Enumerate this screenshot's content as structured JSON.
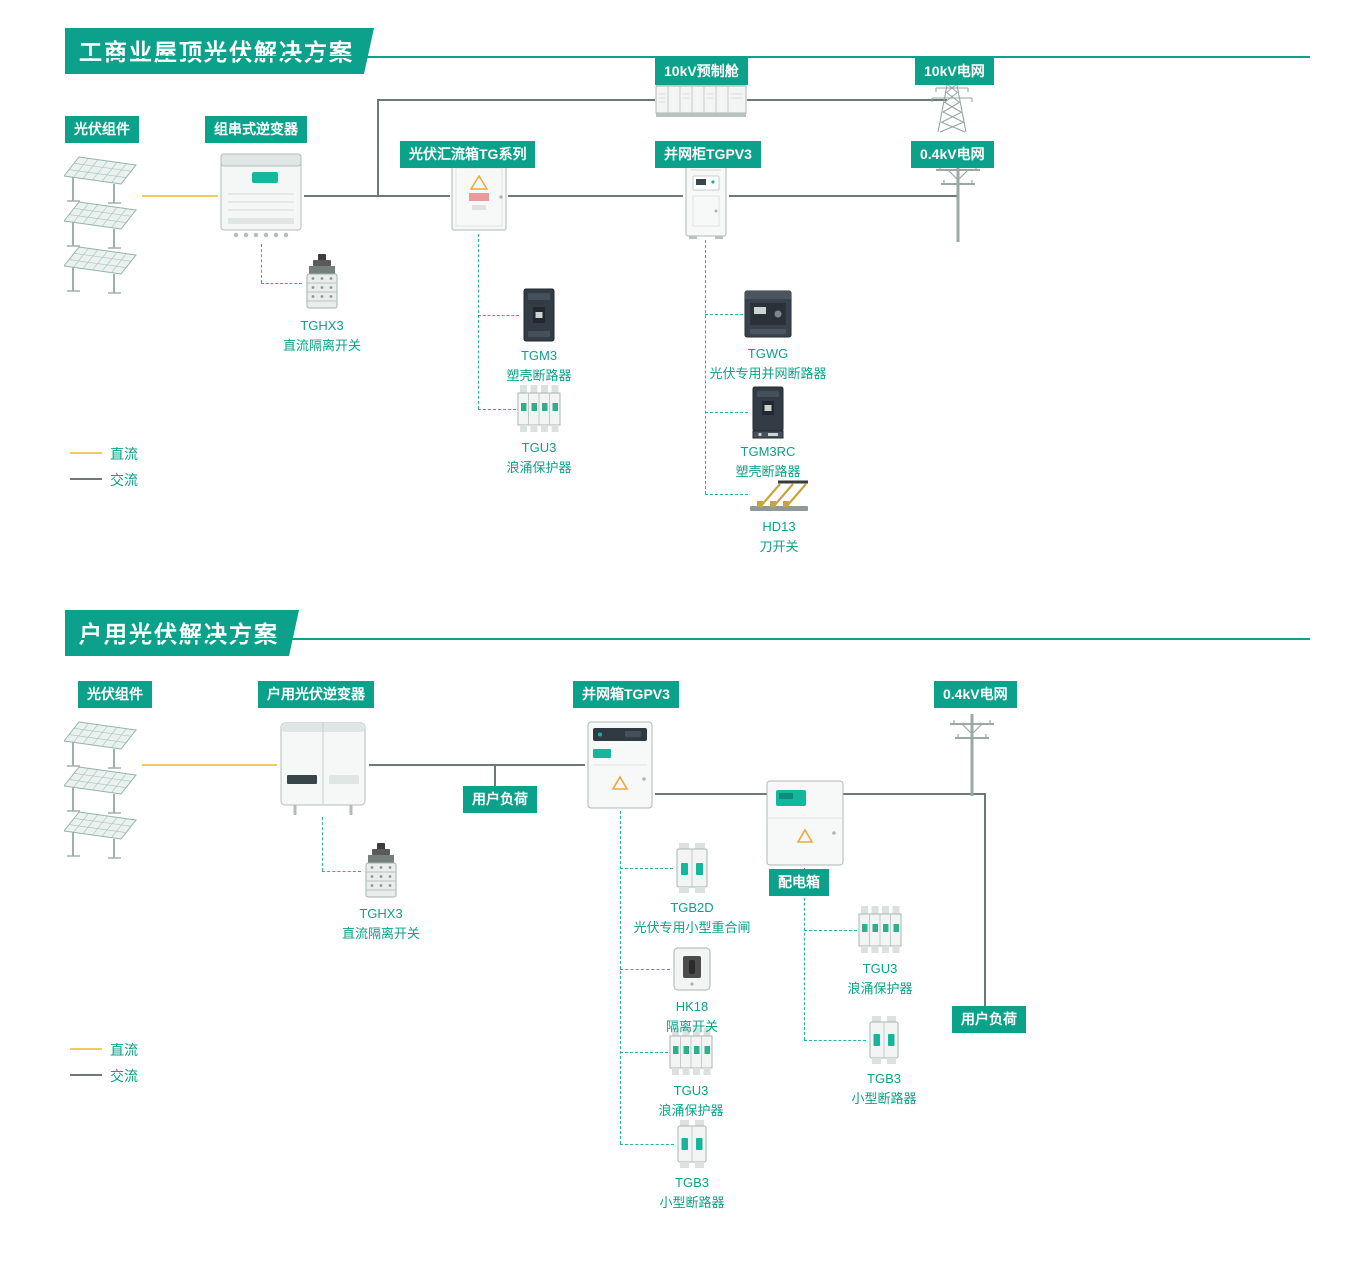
{
  "colors": {
    "teal": "#0ca18a",
    "dc_line": "#f1ca60",
    "ac_line": "#6e7876",
    "dashed": "#2ab49c"
  },
  "section1": {
    "title": "工商业屋顶光伏解决方案",
    "node_labels": {
      "pv_modules": "光伏组件",
      "string_inverter": "组串式逆变器",
      "combiner_box": "光伏汇流箱TG系列",
      "prefab_cabin": "10kV预制舱",
      "grid_10kv": "10kV电网",
      "grid_cabinet": "并网柜TGPV3",
      "grid_04kv": "0.4kV电网"
    },
    "components": {
      "tghx3": {
        "model": "TGHX3",
        "name": "直流隔离开关"
      },
      "tgm3": {
        "model": "TGM3",
        "name": "塑壳断路器"
      },
      "tgu3": {
        "model": "TGU3",
        "name": "浪涌保护器"
      },
      "tgwg": {
        "model": "TGWG",
        "name": "光伏专用并网断路器"
      },
      "tgm3rc": {
        "model": "TGM3RC",
        "name": "塑壳断路器"
      },
      "hd13": {
        "model": "HD13",
        "name": "刀开关"
      }
    },
    "legend": {
      "dc": "直流",
      "ac": "交流"
    }
  },
  "section2": {
    "title": "户用光伏解决方案",
    "node_labels": {
      "pv_modules": "光伏组件",
      "home_inverter": "户用光伏逆变器",
      "grid_box": "并网箱TGPV3",
      "grid_04kv": "0.4kV电网",
      "user_load_a": "用户负荷",
      "dist_box": "配电箱",
      "user_load_b": "用户负荷"
    },
    "components": {
      "tghx3": {
        "model": "TGHX3",
        "name": "直流隔离开关"
      },
      "tgb2d": {
        "model": "TGB2D",
        "name": "光伏专用小型重合闸"
      },
      "hk18": {
        "model": "HK18",
        "name": "隔离开关"
      },
      "tgu3_main": {
        "model": "TGU3",
        "name": "浪涌保护器"
      },
      "tgb3_main": {
        "model": "TGB3",
        "name": "小型断路器"
      },
      "tgu3_dist": {
        "model": "TGU3",
        "name": "浪涌保护器"
      },
      "tgb3_dist": {
        "model": "TGB3",
        "name": "小型断路器"
      }
    },
    "legend": {
      "dc": "直流",
      "ac": "交流"
    }
  }
}
